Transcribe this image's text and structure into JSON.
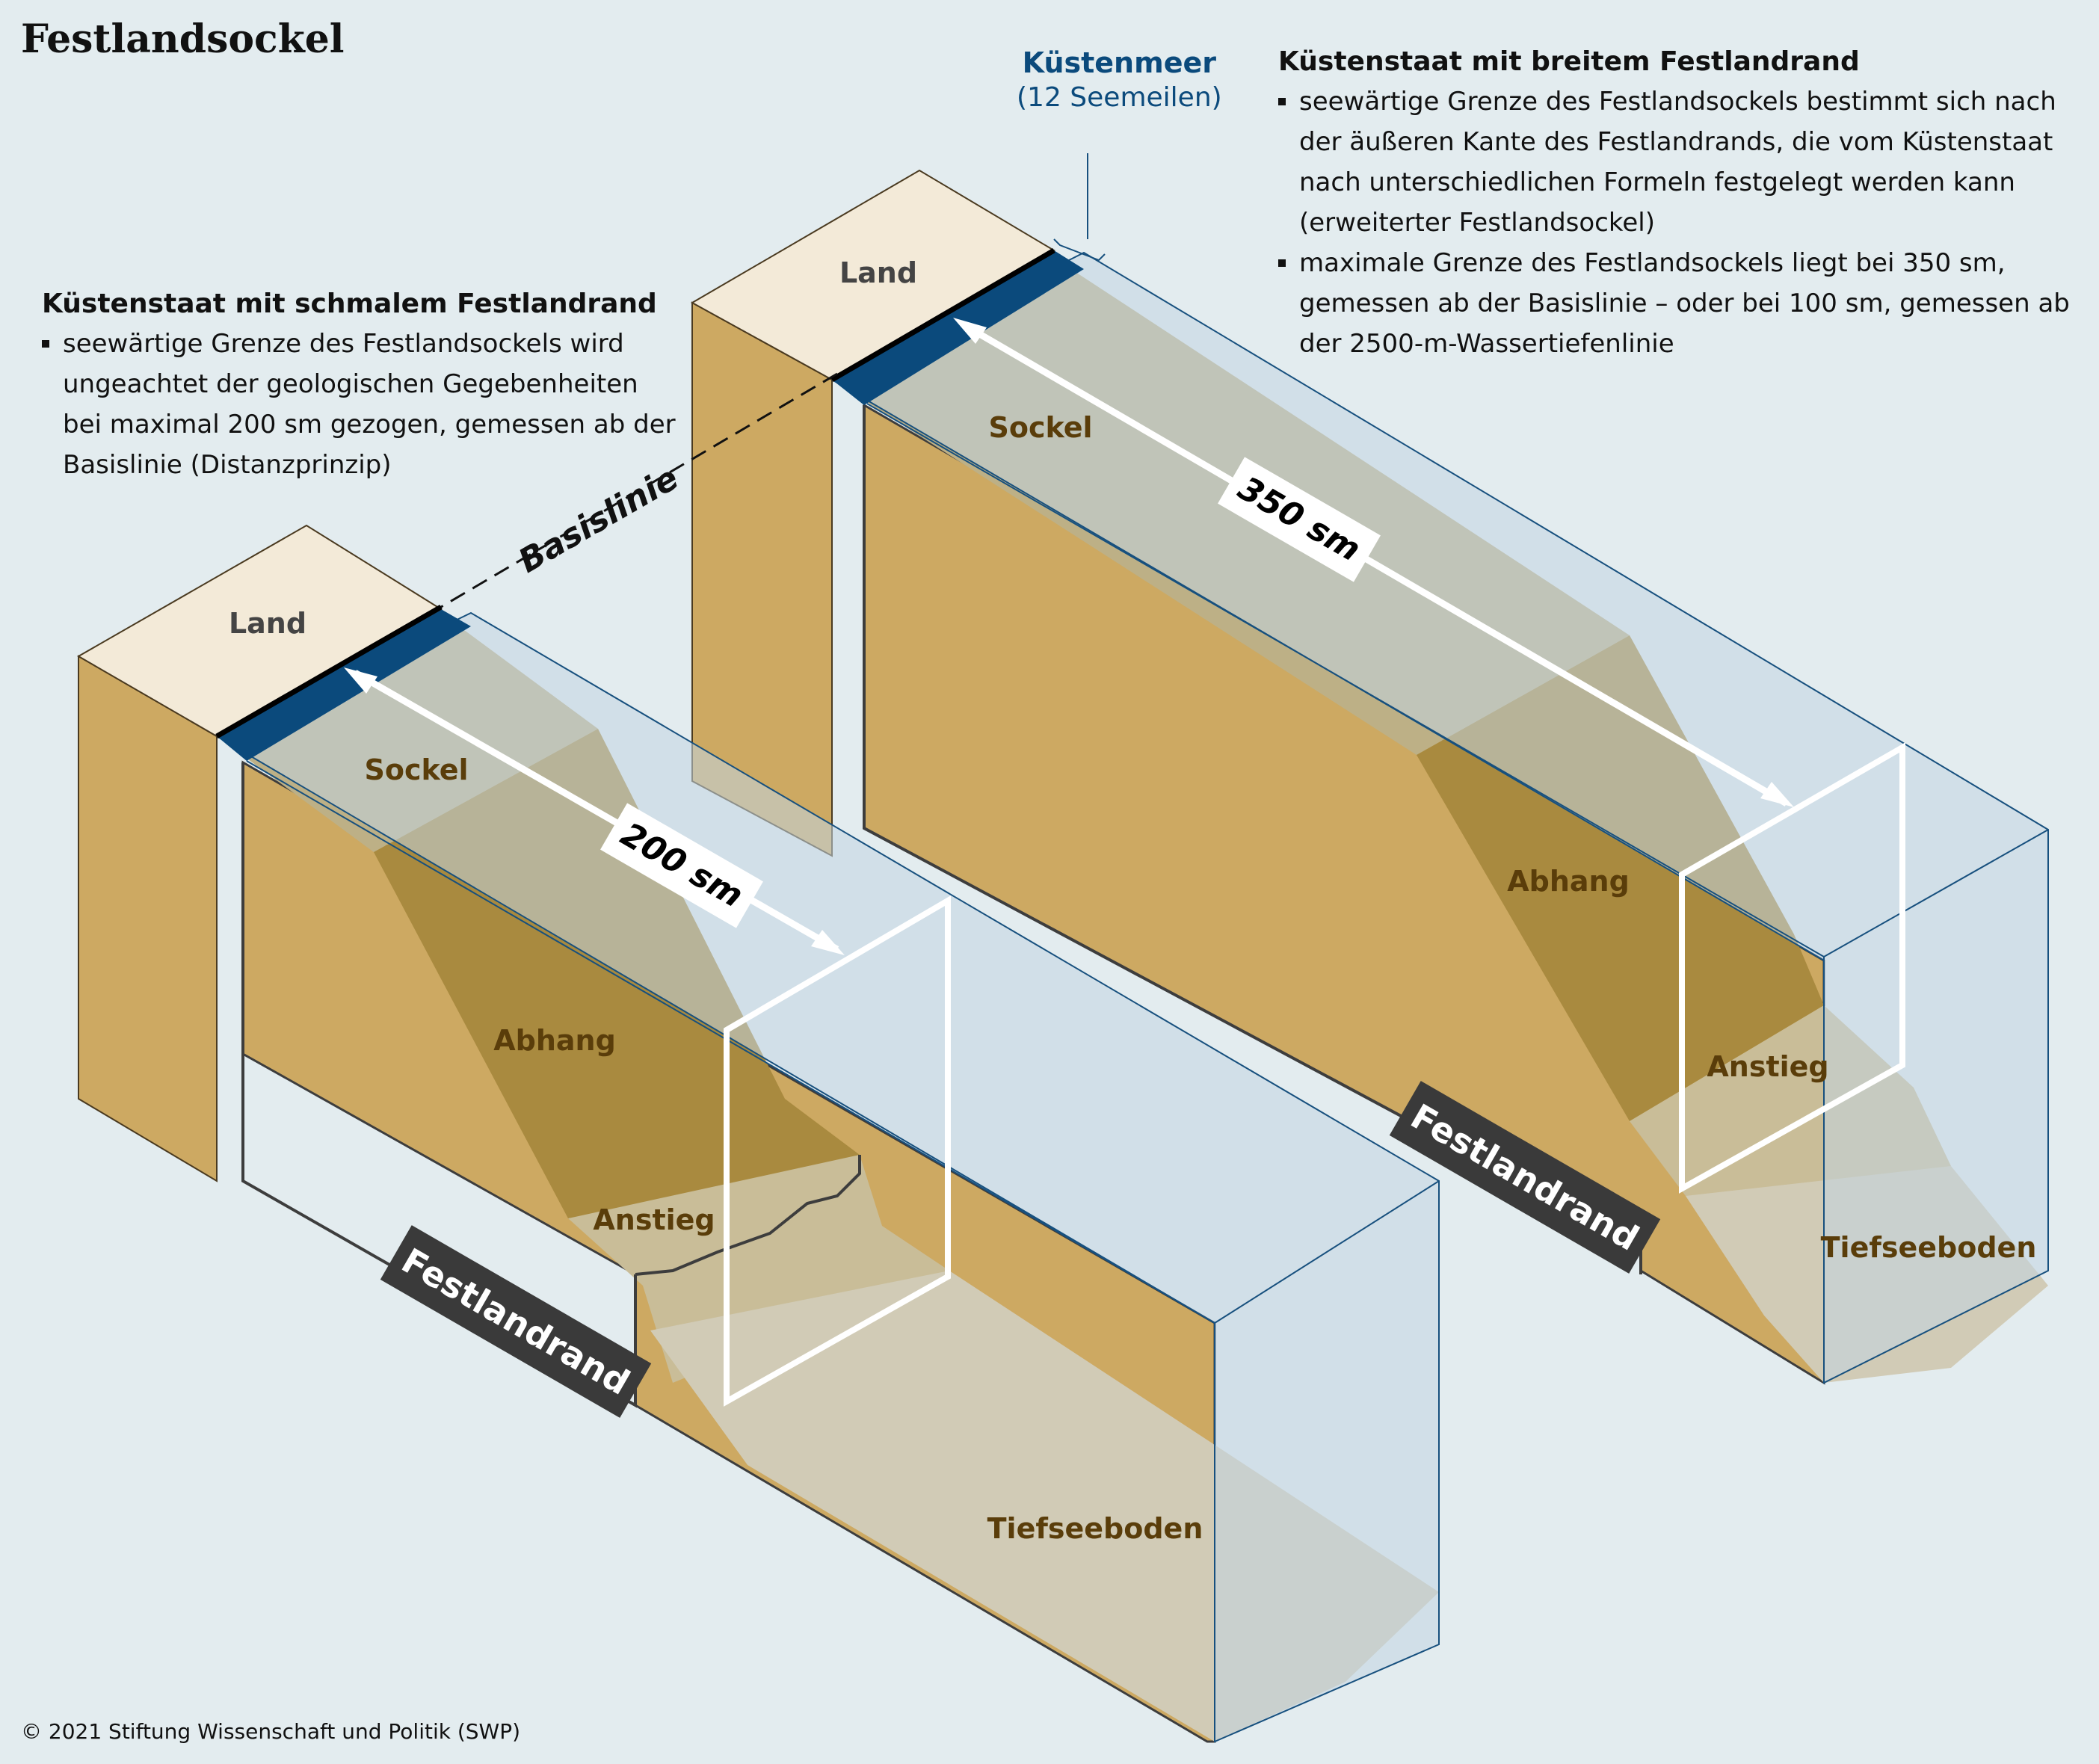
{
  "title": "Festlandsockel",
  "left": {
    "heading": "Küstenstaat mit schmalem Festlandrand",
    "bullet1": "seewärtige Grenze des Festlandsockels wird ungeachtet der geologischen Gegebenheiten bei maximal 200 sm gezogen, gemessen ab der Basislinie (Distanzprinzip)",
    "labels": {
      "land": "Land",
      "sockel": "Sockel",
      "abhang": "Abhang",
      "anstieg": "Anstieg",
      "tiefsee": "Tiefseeboden",
      "festlandrand": "Festlandrand",
      "distance": "200 sm"
    }
  },
  "right": {
    "heading": "Küstenstaat mit breitem Festlandrand",
    "bullet1": "seewärtige Grenze des Festlandsockels bestimmt sich nach der äußeren Kante des Festlandrands, die vom Küstenstaat nach unterschiedlichen Formeln festgelegt werden kann (erweiterter Festlandsockel)",
    "bullet2": "maximale Grenze des Festlandsockels liegt bei 350 sm, gemessen ab der Basislinie – oder bei 100 sm, gemessen ab der 2500-m-Wassertiefenlinie",
    "labels": {
      "land": "Land",
      "sockel": "Sockel",
      "abhang": "Abhang",
      "anstieg": "Anstieg",
      "tiefsee": "Tiefseeboden",
      "festlandrand": "Festlandrand",
      "distance": "350 sm"
    }
  },
  "kuestenmeer": {
    "label": "Küstenmeer",
    "sub": "(12 Seemeilen)"
  },
  "basislinie": "Basislinie",
  "copyright": "© 2021 Stiftung Wissenschaft und Politik (SWP)",
  "colors": {
    "background": "#e3ecef",
    "land_top": "#f3ead8",
    "land_side": "#cda962",
    "shelf": "#bdb086",
    "slope": "#a98a3f",
    "deep_floor": "#d1cbb6",
    "water": "#c3d6e2",
    "kuestenmeer": "#0b4a7c",
    "outline": "#17507e"
  }
}
